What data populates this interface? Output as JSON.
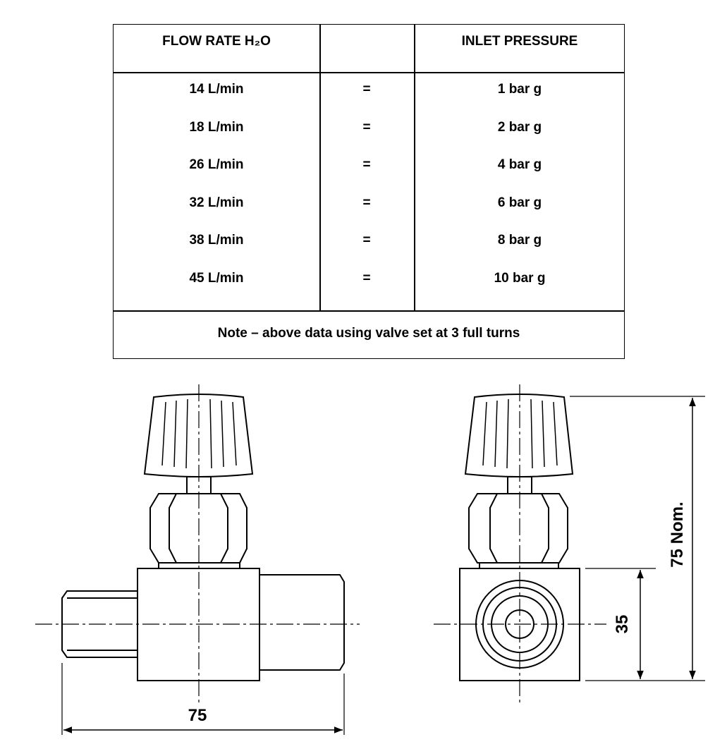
{
  "table": {
    "headers": [
      "FLOW RATE H₂O",
      "",
      "INLET PRESSURE"
    ],
    "rows": [
      {
        "flow": "14 L/min",
        "eq": "=",
        "pressure": "1 bar g"
      },
      {
        "flow": "18 L/min",
        "eq": "=",
        "pressure": "2 bar g"
      },
      {
        "flow": "26 L/min",
        "eq": "=",
        "pressure": "4 bar g"
      },
      {
        "flow": "32 L/min",
        "eq": "=",
        "pressure": "6 bar g"
      },
      {
        "flow": "38 L/min",
        "eq": "=",
        "pressure": "8 bar g"
      },
      {
        "flow": "45 L/min",
        "eq": "=",
        "pressure": "10 bar g"
      }
    ],
    "note": "Note – above data using valve set at 3 full turns"
  },
  "dimensions": {
    "length": "75",
    "inlet_height": "35",
    "overall_height": "75 Nom."
  }
}
